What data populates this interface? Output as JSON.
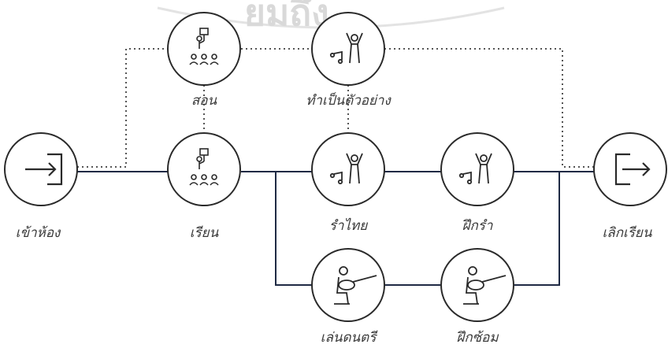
{
  "watermark": {
    "text": "ยมถึง"
  },
  "nodes": [
    {
      "id": "enter",
      "label": "เข้าห้อง",
      "icon": "enter-icon"
    },
    {
      "id": "learn",
      "label": "เรียน",
      "icon": "teacher-class-icon"
    },
    {
      "id": "teach",
      "label": "สอน",
      "icon": "teacher-class-icon"
    },
    {
      "id": "demo",
      "label": "ทำเป็นตัวอย่าง",
      "icon": "dancer-icon"
    },
    {
      "id": "thaidance",
      "label": "รำไทย",
      "icon": "dancer-icon"
    },
    {
      "id": "practice",
      "label": "ฝึกรำ",
      "icon": "dancer-icon"
    },
    {
      "id": "music",
      "label": "เล่นดนตรี",
      "icon": "guitar-player-icon"
    },
    {
      "id": "rehearse",
      "label": "ฝึกซ้อม",
      "icon": "guitar-player-icon"
    },
    {
      "id": "exit",
      "label": "เลิกเรียน",
      "icon": "exit-icon"
    }
  ]
}
